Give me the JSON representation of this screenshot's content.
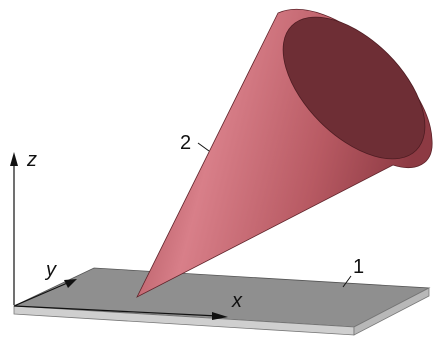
{
  "labels": {
    "axis_z": "z",
    "axis_y": "y",
    "axis_x": "x",
    "cone_label": "2",
    "plate_label": "1"
  },
  "colors": {
    "plate_top": "#8f8f8f",
    "plate_front": "#cfcfcf",
    "plate_side": "#b8b8b8",
    "cone_body": "#b85a63",
    "cone_base": "#6e2e35",
    "axis": "#111111"
  }
}
